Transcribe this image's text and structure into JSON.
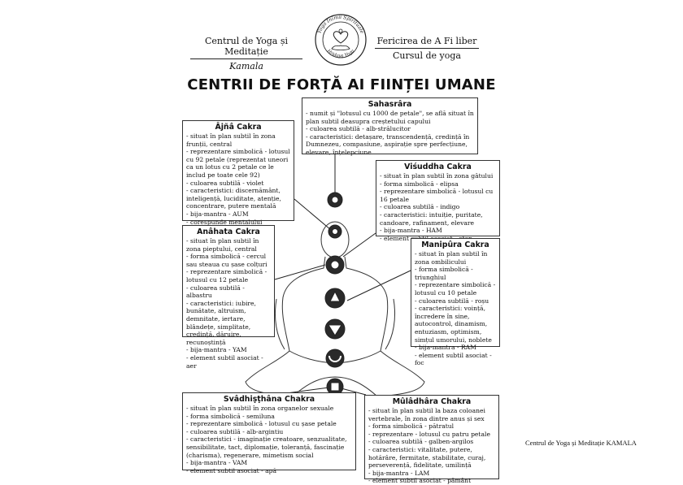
{
  "header": {
    "left_title": "Centrul de Yoga și Meditație",
    "left_brand": "Kamala",
    "right_title": "Fericirea de A Fi liber",
    "right_sub": "Cursul de yoga",
    "logo_top": "Yoga Inimii Spirituale",
    "logo_bottom": "Hridaya Yoga"
  },
  "title": "CENTRII DE FORȚĂ AI FIINȚEI UMANE",
  "chakras": {
    "sahasrara": {
      "name": "Sahasrâra",
      "lines": [
        "- numit și \"lotusul cu 1000 de petale\", se află situat în plan subtil deasupra creștetului capului",
        "- culoarea subtilă - alb-strălucitor",
        "- caracteristici: detașare, transcendență, credință în Dumnezeu, compasiune, aspirație spre perfecțiune, elevare, înțelepciune"
      ]
    },
    "ajna": {
      "name": "Âjñâ Cakra",
      "lines": [
        "- situat în plan subtil în zona frunții, central",
        "- reprezentare simbolică - lotusul cu 92 petale (reprezentat uneori ca un lotus cu 2 petale ce le includ pe toate cele 92)",
        "- culoarea subtilă - violet",
        "- caracteristici: discernământ, inteligență, luciditate, atenție, concentrare, putere mentală",
        "- bija-mantra - AUM",
        "- corespunde mentalului superior"
      ]
    },
    "visuddha": {
      "name": "Viśuddha Cakra",
      "lines": [
        "- situat în plan subtil în zona gâtului",
        "- forma simbolică - elipsa",
        "- reprezentare simbolică - lotusul cu 16 petale",
        "- culoarea subtilă - indigo",
        "- caracteristici: intuiție, puritate, candoare, rafinament, elevare",
        "- bija-mantra - HAM",
        "- element subtil asociat - eter"
      ]
    },
    "anahata": {
      "name": "Anâhata Cakra",
      "lines": [
        "- situat în plan subtil în zona pieptului, central",
        "- forma simbolică - cercul sau steaua cu șase colțuri",
        "- reprezentare simbolică - lotusul cu 12 petale",
        "- culoarea subtilă - albastru",
        "- caracteristici: iubire, bunătate, altruism, demnitate, iertare, blândețe, simplitate, credință, dăruire, recunoștință",
        "- bija-mantra - YAM",
        "- element subtil asociat - aer"
      ]
    },
    "manipura": {
      "name": "Manipûra Cakra",
      "lines": [
        "- situat în plan subtil în zona ombilicului",
        "- forma simbolică - triunghiul",
        "- reprezentare simbolică - lotusul cu 10 petale",
        "- culoarea subtilă - roșu",
        "- caracteristici: voință, încredere în sine, autocontrol, dinamism, entuziasm, optimism, simțul umorului, noblete",
        "- bija-mantra - RAM",
        "- element subtil asociat - foc"
      ]
    },
    "svadhisthana": {
      "name": "Svâdhiṣṭhâna Chakra",
      "lines": [
        "- situat în plan subtil în zona organelor sexuale",
        "- forma simbolică - semiluna",
        "- reprezentare simbolică - lotusul cu șase petale",
        "- culoarea subtilă - alb-argintiu",
        "- caracteristici - imaginație creatoare, senzualitate, sensibilitate, tact, diplomație, toleranță, fascinație (charisma), regenerare, mimetism social",
        "- bija-mantra - VAM",
        "- element subtil asociat - apă"
      ]
    },
    "muladhara": {
      "name": "Mûlâdhâra Chakra",
      "lines": [
        "- situat în plan subtil la baza coloanei vertebrale, în zona dintre anus și sex",
        "- forma simbolică - pătratul",
        "- reprezentare - lotusul cu patru petale",
        "- culoarea subtilă - galben-argilos",
        "- caracteristici: vitalitate, putere, hotărâre, fermitate, stabilitate, curaj, perseverență, fidelitate, umilință",
        "- bija-mantra - LAM",
        "- element subtil asociat - pământ"
      ]
    }
  },
  "caption": "Centrul de Yoga și Meditație KAMALA"
}
